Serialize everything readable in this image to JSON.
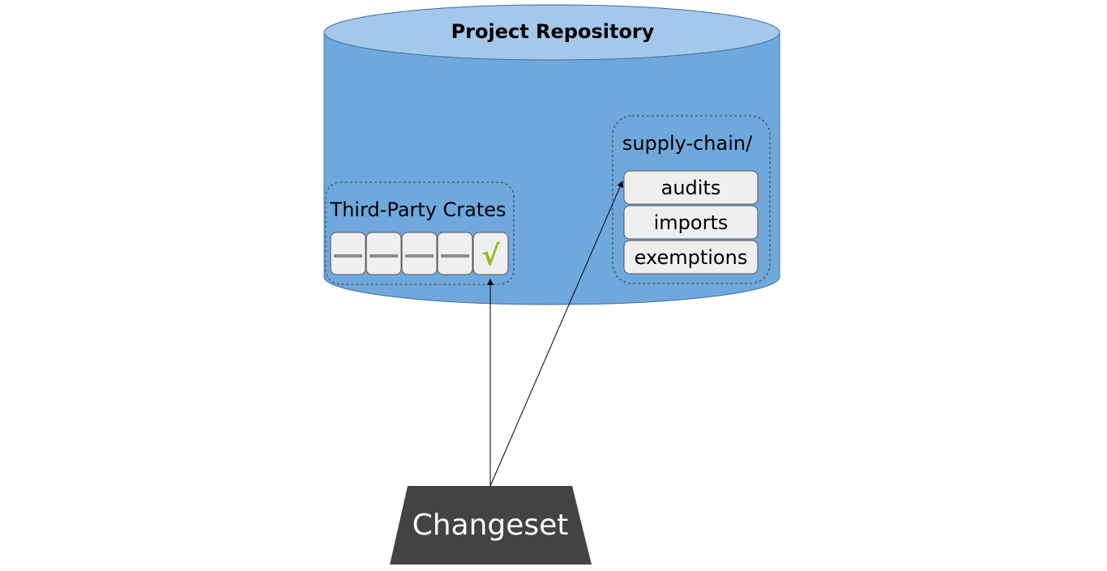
{
  "colors": {
    "repo_body": "#6fa8dc",
    "repo_top": "#a4c8ea",
    "repo_stroke": "#3d6f9e",
    "box_fill": "#efefef",
    "box_stroke": "#555555",
    "dash_color": "#8c8c8c",
    "check_color": "#8fbc1b",
    "changeset_fill": "#434343",
    "arrow_color": "#000000"
  },
  "repository": {
    "title": "Project Repository"
  },
  "third_party": {
    "label": "Third-Party Crates",
    "crates": [
      {
        "status": "pending",
        "icon": "dash-icon"
      },
      {
        "status": "pending",
        "icon": "dash-icon"
      },
      {
        "status": "pending",
        "icon": "dash-icon"
      },
      {
        "status": "pending",
        "icon": "dash-icon"
      },
      {
        "status": "audited",
        "icon": "checkmark-icon",
        "symbol": "√"
      }
    ]
  },
  "supply_chain": {
    "label": "supply-chain/",
    "files": [
      {
        "label": "audits"
      },
      {
        "label": "imports"
      },
      {
        "label": "exemptions"
      }
    ]
  },
  "changeset": {
    "label": "Changeset"
  }
}
